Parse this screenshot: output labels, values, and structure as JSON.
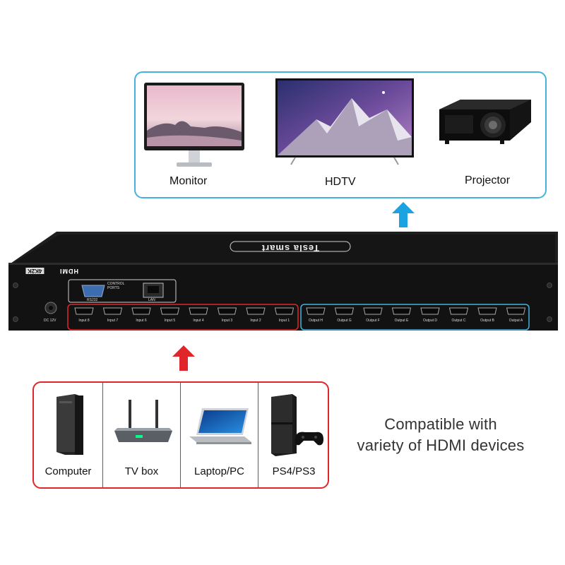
{
  "outputs": {
    "title": "",
    "devices": [
      {
        "label": "Monitor",
        "icon": "monitor-icon"
      },
      {
        "label": "HDTV",
        "icon": "hdtv-icon"
      },
      {
        "label": "Projector",
        "icon": "projector-icon"
      }
    ],
    "border_color": "#45b2dd"
  },
  "unit": {
    "brand": "Tesla smart",
    "badges": [
      "HDMI",
      "4K2K"
    ],
    "control_ports_label": "CONTROL PORTS",
    "rs232_label": "RS232",
    "lan_label": "LAN",
    "power_label": "DC 12V",
    "inputs": [
      "Input 8",
      "Input 7",
      "Input 6",
      "Input 5",
      "Input 4",
      "Input 3",
      "Input 2",
      "Input 1"
    ],
    "outputs": [
      "Output H",
      "Output G",
      "Output F",
      "Output E",
      "Output D",
      "Output C",
      "Output B",
      "Output A"
    ]
  },
  "inputs": {
    "devices": [
      {
        "label": "Computer",
        "icon": "computer-tower-icon"
      },
      {
        "label": "TV box",
        "icon": "tv-box-icon"
      },
      {
        "label": "Laptop/PC",
        "icon": "laptop-icon"
      },
      {
        "label": "PS4/PS3",
        "icon": "game-console-icon"
      }
    ],
    "border_color": "#e0262a"
  },
  "tagline": {
    "line1": "Compatible with",
    "line2": "variety of HDMI devices"
  },
  "colors": {
    "output_accent": "#45b2dd",
    "input_accent": "#e0262a",
    "arrow_up_output": "#1aa3e0",
    "arrow_up_input": "#e0262a"
  }
}
